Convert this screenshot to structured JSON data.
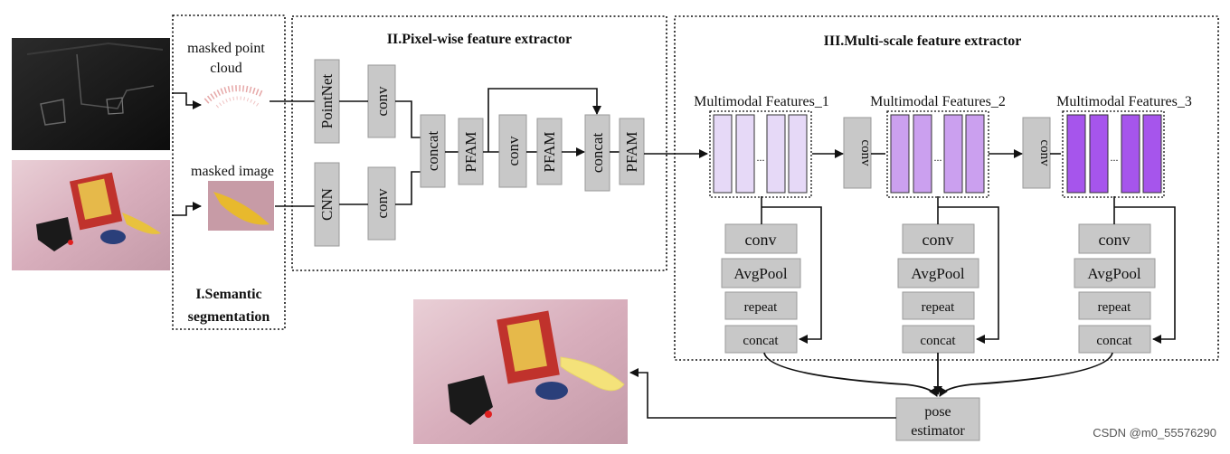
{
  "sections": {
    "semantic_line1": "I.Semantic",
    "semantic_line2": "segmentation",
    "pixelwise": "II.Pixel-wise feature extractor",
    "multiscale": "III.Multi-scale feature extractor"
  },
  "inputs": {
    "masked_point_cloud_line1": "masked point",
    "masked_point_cloud_line2": "cloud",
    "masked_image": "masked image"
  },
  "pixelwise_blocks": {
    "pointnet": "PointNet",
    "cnn": "CNN",
    "conv_top": "conv",
    "conv_bottom": "conv",
    "concat_1": "concat",
    "pfam_1": "PFAM",
    "conv_mid": "conv",
    "pfam_2": "PFAM",
    "concat_2": "concat",
    "pfam_3": "PFAM"
  },
  "multiscale": {
    "features": [
      "Multimodal Features_1",
      "Multimodal Features_2",
      "Multimodal Features_3"
    ],
    "between_conv": [
      "conv",
      "conv"
    ],
    "ellipsis": "...",
    "branch": {
      "conv": "conv",
      "avgpool": "AvgPool",
      "repeat": "repeat",
      "concat": "concat"
    },
    "feature_colors": [
      "#e6d9f7",
      "#cba0ef",
      "#a655ec"
    ]
  },
  "output": {
    "pose_line1": "pose",
    "pose_line2": "estimator"
  },
  "watermark": "CSDN @m0_55576290"
}
